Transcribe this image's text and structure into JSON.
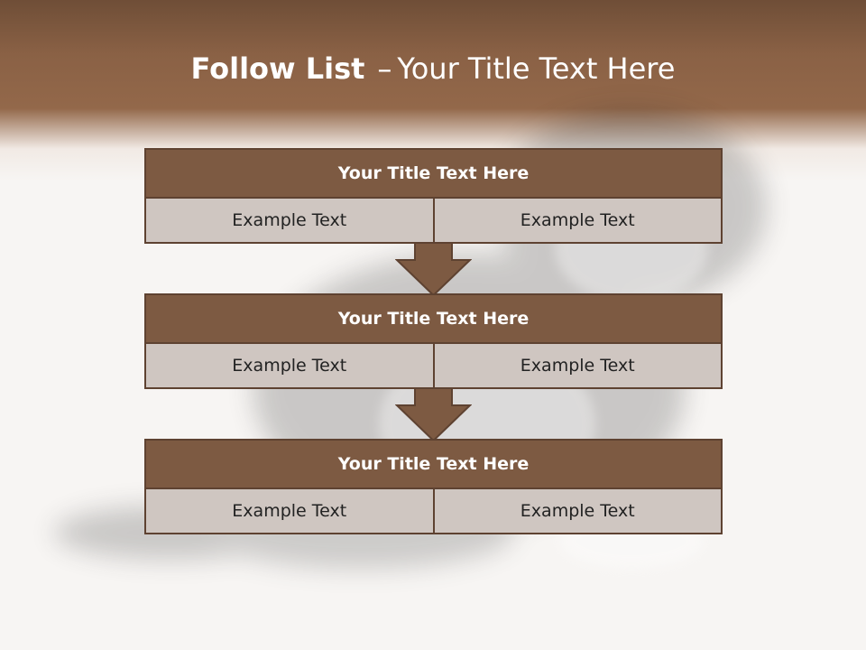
{
  "slide": {
    "title_bold": "Follow List",
    "title_dash": "–",
    "title_rest": "Your Title Text Here"
  },
  "blocks": [
    {
      "title": "Your Title Text Here",
      "left": "Example Text",
      "right": "Example Text"
    },
    {
      "title": "Your Title Text Here",
      "left": "Example Text",
      "right": "Example Text"
    },
    {
      "title": "Your Title Text Here",
      "left": "Example Text",
      "right": "Example Text"
    }
  ],
  "colors": {
    "banner": "#8a6145",
    "header_fill": "#7d5a42",
    "cell_fill": "#cfc6c1",
    "border": "#5e4231"
  },
  "icons": [
    "down-arrow-icon"
  ]
}
